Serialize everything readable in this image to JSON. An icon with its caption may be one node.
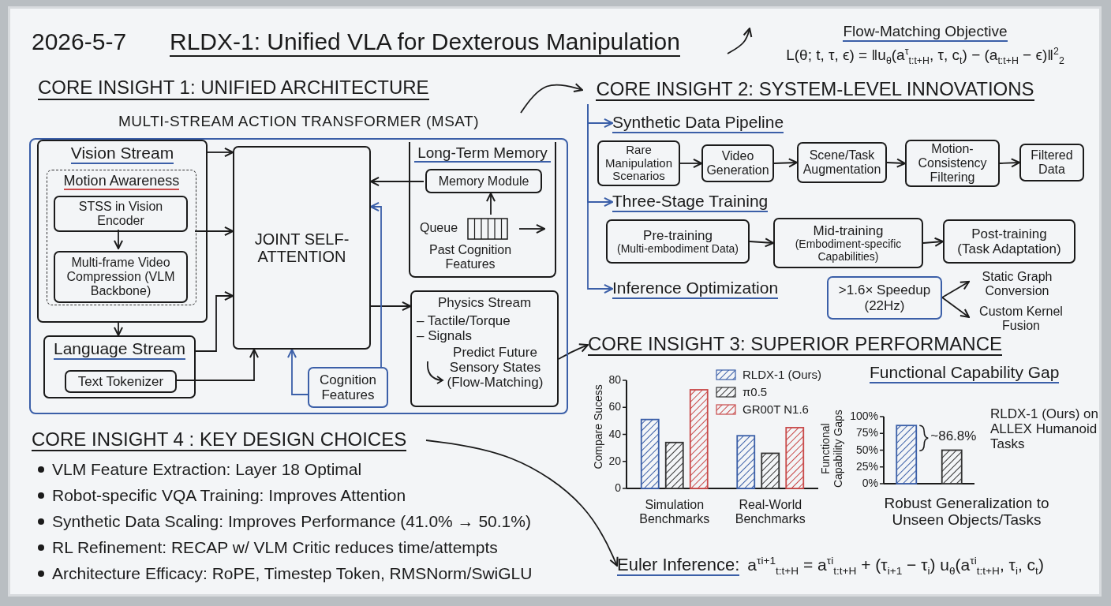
{
  "diagram": {
    "title": "RLDX-1: Unified VLA for Dexterous Manipulation",
    "nodes": [
      {
        "text": [
          "Flow-Matching Objective",
          "L(θ; t, τ, ϵ) = ‖u$_{θ}$(a$^{τ}$$_{t:t+H}$, τ, c$_{t}$) − (a$_{t:t+H}$ − ϵ)‖$^{2}$$_{2}$"
        ]
      },
      {
        "text": [
          "MULTI-STREAM ACTION TRANSFORMER (MSAT)"
        ]
      },
      {
        "text": [
          "Vision Stream"
        ],
        "in": 1
      },
      {
        "text": [
          "Motion Awareness"
        ],
        "in": 2
      },
      {
        "text": [
          "STSS in Vision Encoder"
        ],
        "in": 3
      },
      {
        "text": [
          "Multi-frame Video Compression (VLM Backbone)"
        ],
        "in": 3
      },
      {
        "text": [
          "Language Stream"
        ],
        "in": 1
      },
      {
        "text": [
          "Text Tokenizer"
        ],
        "in": 6
      },
      {
        "text": [
          "JOINT SELF-ATTENTION"
        ],
        "in": 1
      },
      {
        "text": [
          "Long-Term Memory"
        ],
        "in": 1
      },
      {
        "text": [
          "Memory Module"
        ],
        "in": 9
      },
      {
        "text": [
          "Queue",
          "Past Cognition Features"
        ],
        "in": 9
      },
      {
        "text": [
          "Physics Stream",
          "– Tactile/Torque",
          "– Signals",
          "Predict Future Sensory States (Flow-Matching)"
        ],
        "in": 1
      },
      {
        "text": [
          "Cognition Features"
        ],
        "in": 1
      },
      {
        "text": [
          "CORE INSIGHT 2: SYSTEM-LEVEL INNOVATIONS"
        ]
      },
      {
        "text": [
          "Synthetic Data Pipeline"
        ]
      },
      {
        "text": [
          "Rare Manipulation Scenarios"
        ]
      },
      {
        "text": [
          "Video Generation"
        ]
      },
      {
        "text": [
          "Scene/Task Augmentation"
        ]
      },
      {
        "text": [
          "Motion-Consistency Filtering"
        ]
      },
      {
        "text": [
          "Filtered Data"
        ]
      },
      {
        "text": [
          "Three-Stage Training"
        ]
      },
      {
        "text": [
          "Pre-training",
          "(Multi-embodiment Data)"
        ]
      },
      {
        "text": [
          "Mid-training",
          "(Embodiment-specific Capabilities)"
        ]
      },
      {
        "text": [
          "Post-training",
          "(Task Adaptation)"
        ]
      },
      {
        "text": [
          "Inference Optimization"
        ]
      },
      {
        "text": [
          ">1.6× Speedup (22Hz)"
        ]
      },
      {
        "text": [
          "Static Graph Conversion"
        ]
      },
      {
        "text": [
          "Custom Kernel Fusion"
        ]
      },
      {
        "text": [
          "CORE INSIGHT 3: SUPERIOR PERFORMANCE"
        ]
      },
      {
        "text": [
          "CORE INSIGHT 4 : KEY DESIGN CHOICES"
        ]
      },
      {
        "text": [
          "Euler Inference:",
          "a$^{τi+1}$$_{t:t+H}$ = a$^{τi}$$_{t:t+H}$ + (τ$_{i+1}$ − τ$_{i}$) u$_{θ}$(a$^{τi}$$_{t:t+H}$, τ$_{i}$, c$_{t}$)"
        ]
      }
    ],
    "edges": [
      {
        "from": null,
        "to": 0,
        "arrow": "to"
      },
      {
        "from": 1,
        "to": 14,
        "arrow": "to"
      },
      {
        "from": 2,
        "to": 8,
        "arrow": "to"
      },
      {
        "from": 3,
        "to": 8,
        "arrow": "to"
      },
      {
        "from": 4,
        "to": 5,
        "arrow": "to"
      },
      {
        "from": 2,
        "to": 6,
        "arrow": "to"
      },
      {
        "from": 6,
        "to": 8,
        "arrow": "to"
      },
      {
        "from": 7,
        "to": 8,
        "arrow": "to"
      },
      {
        "from": 10,
        "to": 8,
        "arrow": "to"
      },
      {
        "from": 11,
        "to": 10,
        "arrow": "to"
      },
      {
        "from": 11,
        "to": null,
        "arrow": "to"
      },
      {
        "from": 8,
        "to": 12,
        "arrow": "to"
      },
      {
        "from": 13,
        "to": 8,
        "arrow": "to",
        "color": "#3b5fa8"
      },
      {
        "from": 13,
        "to": 8,
        "arrow": "to",
        "color": "#3b5fa8"
      },
      {
        "from": 12,
        "to": 29,
        "arrow": "to"
      },
      {
        "from": 14,
        "to": 15,
        "arrow": "to",
        "color": "#3b5fa8"
      },
      {
        "from": 14,
        "to": 21,
        "arrow": "to",
        "color": "#3b5fa8"
      },
      {
        "from": 14,
        "to": 25,
        "arrow": "to",
        "color": "#3b5fa8"
      },
      {
        "from": 16,
        "to": 17,
        "arrow": "to"
      },
      {
        "from": 17,
        "to": 18,
        "arrow": "to"
      },
      {
        "from": 18,
        "to": 19,
        "arrow": "to"
      },
      {
        "from": 19,
        "to": 20,
        "arrow": "to"
      },
      {
        "from": 22,
        "to": 23,
        "arrow": "to"
      },
      {
        "from": 23,
        "to": 24,
        "arrow": "to"
      },
      {
        "from": 26,
        "to": 27,
        "arrow": "to"
      },
      {
        "from": 26,
        "to": 28,
        "arrow": "to"
      },
      {
        "from": 30,
        "to": 31,
        "arrow": "to"
      }
    ],
    "labels": [
      "2026-5-7",
      "CORE INSIGHT 1: UNIFIED ARCHITECTURE",
      "VLM Feature Extraction: Layer 18 Optimal",
      "Robot-specific VQA Training: Improves Attention",
      "Synthetic Data Scaling: Improves Performance (41.0% → 50.1%)",
      "RL Refinement: RECAP w/ VLM Critic reduces time/attempts",
      "Architecture Efficacy: RoPE, Timestep Token, RMSNorm/SwiGLU",
      "RLDX-1 (Ours) on ALLEX Humanoid Tasks"
    ],
    "chart_data": [
      {
        "type": "bar",
        "ylabel": "Compare Sucess",
        "categories": [
          "Simulation Benchmarks",
          "Real-World Benchmarks"
        ],
        "series": [
          {
            "name": "RLDX-1 (Ours)",
            "color": "#3b5fa8",
            "values": [
              51,
              39
            ]
          },
          {
            "name": "π0.5",
            "color": "#333333",
            "values": [
              34,
              26
            ]
          },
          {
            "name": "GR00T N1.6",
            "color": "#c94a4a",
            "values": [
              73,
              45
            ]
          }
        ],
        "ylim": [
          0,
          80
        ],
        "yticks": [
          0,
          20,
          40,
          60,
          80
        ],
        "legend": "upper right"
      },
      {
        "type": "bar",
        "title": "Functional Capability Gap",
        "xlabel": "Robust Generalization to Unseen Objects/Tasks",
        "ylabel": "Functional Capability Gaps",
        "categories": [
          null,
          null
        ],
        "series": [
          {
            "color": "#3b5fa8",
            "values": [
              86.8,
              null
            ]
          },
          {
            "color": "#333333",
            "values": [
              null,
              50
            ]
          }
        ],
        "ylim": [
          0,
          100
        ],
        "yticks": [
          {
            "value": 0,
            "label": "0%"
          },
          {
            "value": 25,
            "label": "25%"
          },
          {
            "value": 50,
            "label": "50%"
          },
          {
            "value": 75,
            "label": "75%"
          },
          {
            "value": 100,
            "label": "100%"
          }
        ],
        "annotations": [
          "~86.8%"
        ]
      }
    ]
  }
}
